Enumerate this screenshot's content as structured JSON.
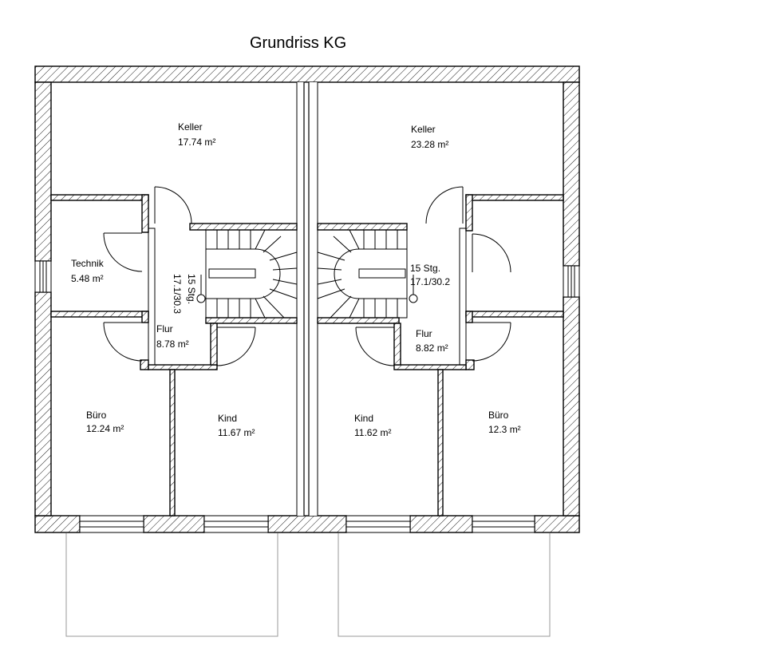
{
  "title": "Grundriss KG",
  "rooms": {
    "keller_left": {
      "name": "Keller",
      "area": "17.74 m²"
    },
    "keller_right": {
      "name": "Keller",
      "area": "23.28 m²"
    },
    "technik": {
      "name": "Technik",
      "area": "5.48 m²"
    },
    "flur_left": {
      "name": "Flur",
      "area": "8.78 m²"
    },
    "flur_right": {
      "name": "Flur",
      "area": "8.82 m²"
    },
    "buero_left": {
      "name": "Büro",
      "area": "12.24 m²"
    },
    "kind_left": {
      "name": "Kind",
      "area": "11.67 m²"
    },
    "kind_right": {
      "name": "Kind",
      "area": "11.62 m²"
    },
    "buero_right": {
      "name": "Büro",
      "area": "12.3 m²"
    }
  },
  "stairs": {
    "left": {
      "steps": "15 Stg.",
      "ratio": "17.1/30.3"
    },
    "right": {
      "steps": "15 Stg.",
      "ratio": "17.1/30.2"
    }
  },
  "colors": {
    "line": "#000000",
    "outline_gray": "#9a9a9a",
    "background": "#ffffff"
  }
}
